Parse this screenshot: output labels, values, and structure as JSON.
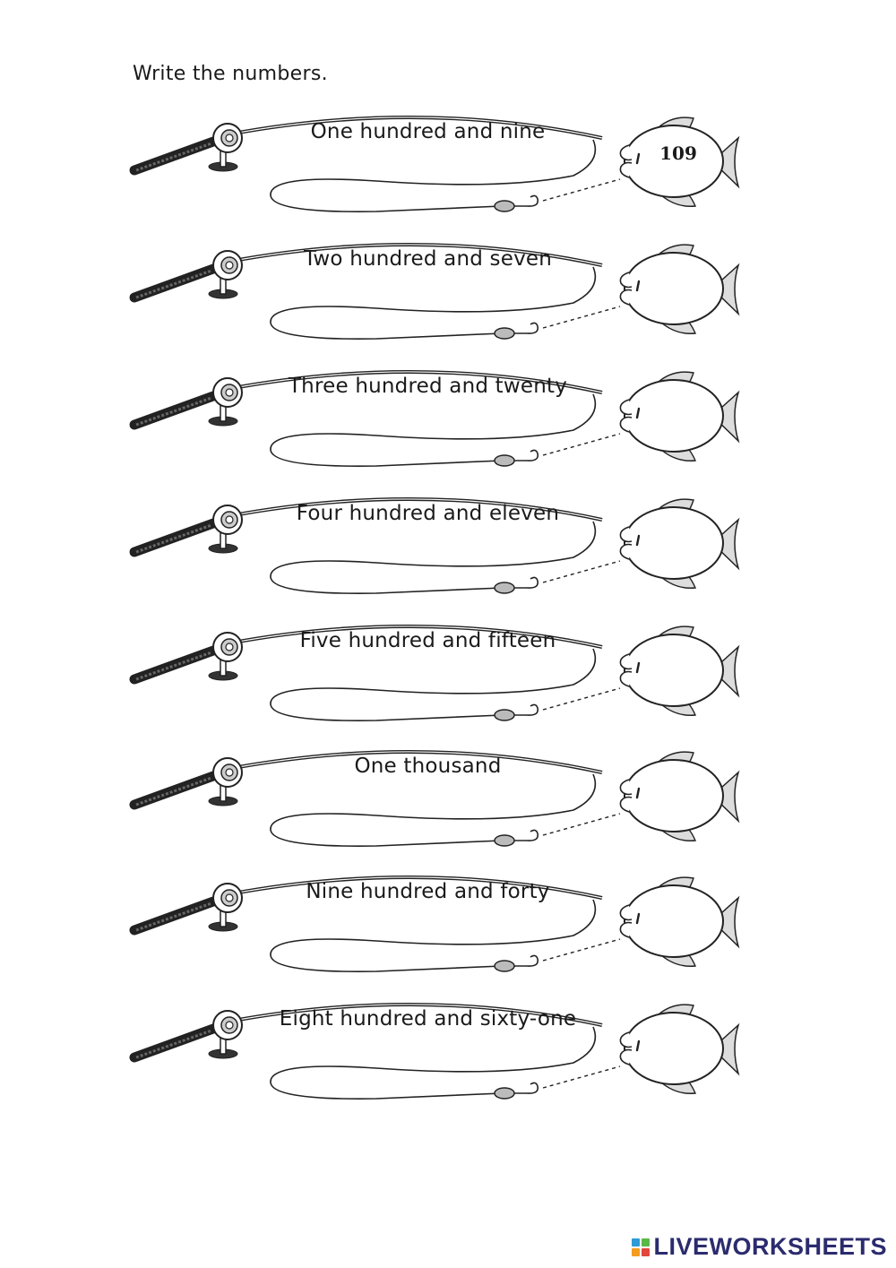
{
  "instruction": "Write the numbers.",
  "items": [
    {
      "phrase": "One hundred and nine",
      "answer": "109"
    },
    {
      "phrase": "Two hundred and seven",
      "answer": ""
    },
    {
      "phrase": "Three hundred and twenty",
      "answer": ""
    },
    {
      "phrase": "Four hundred and eleven",
      "answer": ""
    },
    {
      "phrase": "Five hundred and fifteen",
      "answer": ""
    },
    {
      "phrase": "One thousand",
      "answer": ""
    },
    {
      "phrase": "Nine hundred and forty",
      "answer": ""
    },
    {
      "phrase": "Eight hundred and sixty-one",
      "answer": ""
    }
  ],
  "footer": {
    "brand": "LIVEWORKSHEETS",
    "colors": {
      "blue": "#2e9bd6",
      "green": "#59b947",
      "orange": "#f39c1f",
      "red": "#e2463c",
      "text": "#2b2b6e"
    }
  }
}
